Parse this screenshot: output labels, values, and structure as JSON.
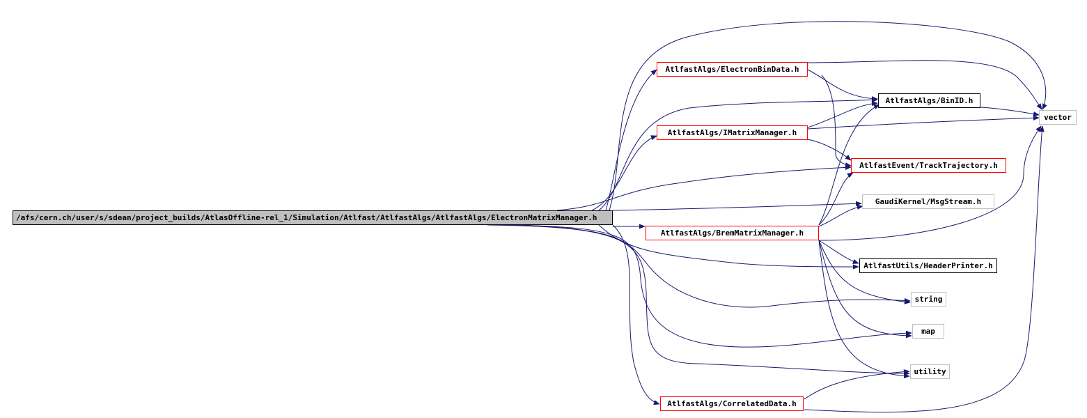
{
  "colors": {
    "edge": "#191970",
    "documented_border": "#ff0000",
    "undocumented_border": "#000000",
    "external_border": "#bfbfbf",
    "root_fill": "#bfbfbf"
  },
  "nodes": {
    "root": "/afs/cern.ch/user/s/sdean/project_builds/AtlasOffline-rel_1/Simulation/Atlfast/AtlfastAlgs/AtlfastAlgs/ElectronMatrixManager.h",
    "electron_bin_data": "AtlfastAlgs/ElectronBinData.h",
    "bin_id": "AtlfastAlgs/BinID.h",
    "vector": "vector",
    "imatrix_manager": "AtlfastAlgs/IMatrixManager.h",
    "track_trajectory": "AtlfastEvent/TrackTrajectory.h",
    "msg_stream": "GaudiKernel/MsgStream.h",
    "brem_matrix_manager": "AtlfastAlgs/BremMatrixManager.h",
    "header_printer": "AtlfastUtils/HeaderPrinter.h",
    "string": "string",
    "map": "map",
    "utility": "utility",
    "correlated_data": "AtlfastAlgs/CorrelatedData.h"
  }
}
